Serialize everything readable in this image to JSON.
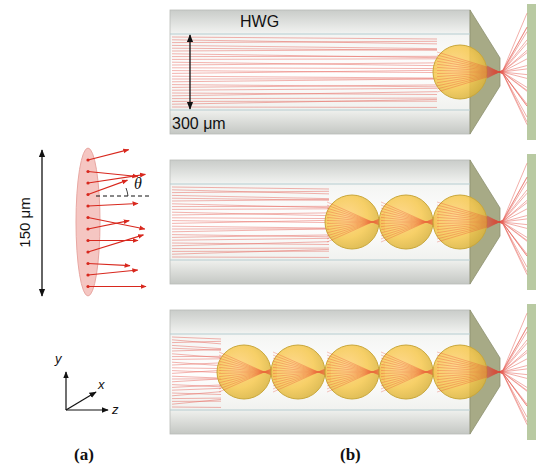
{
  "diagram": {
    "labels": [
      "HWG",
      "300 μm",
      "150 μm",
      "θ",
      "y",
      "x",
      "z",
      "(a)",
      "(b)"
    ]
  }
}
